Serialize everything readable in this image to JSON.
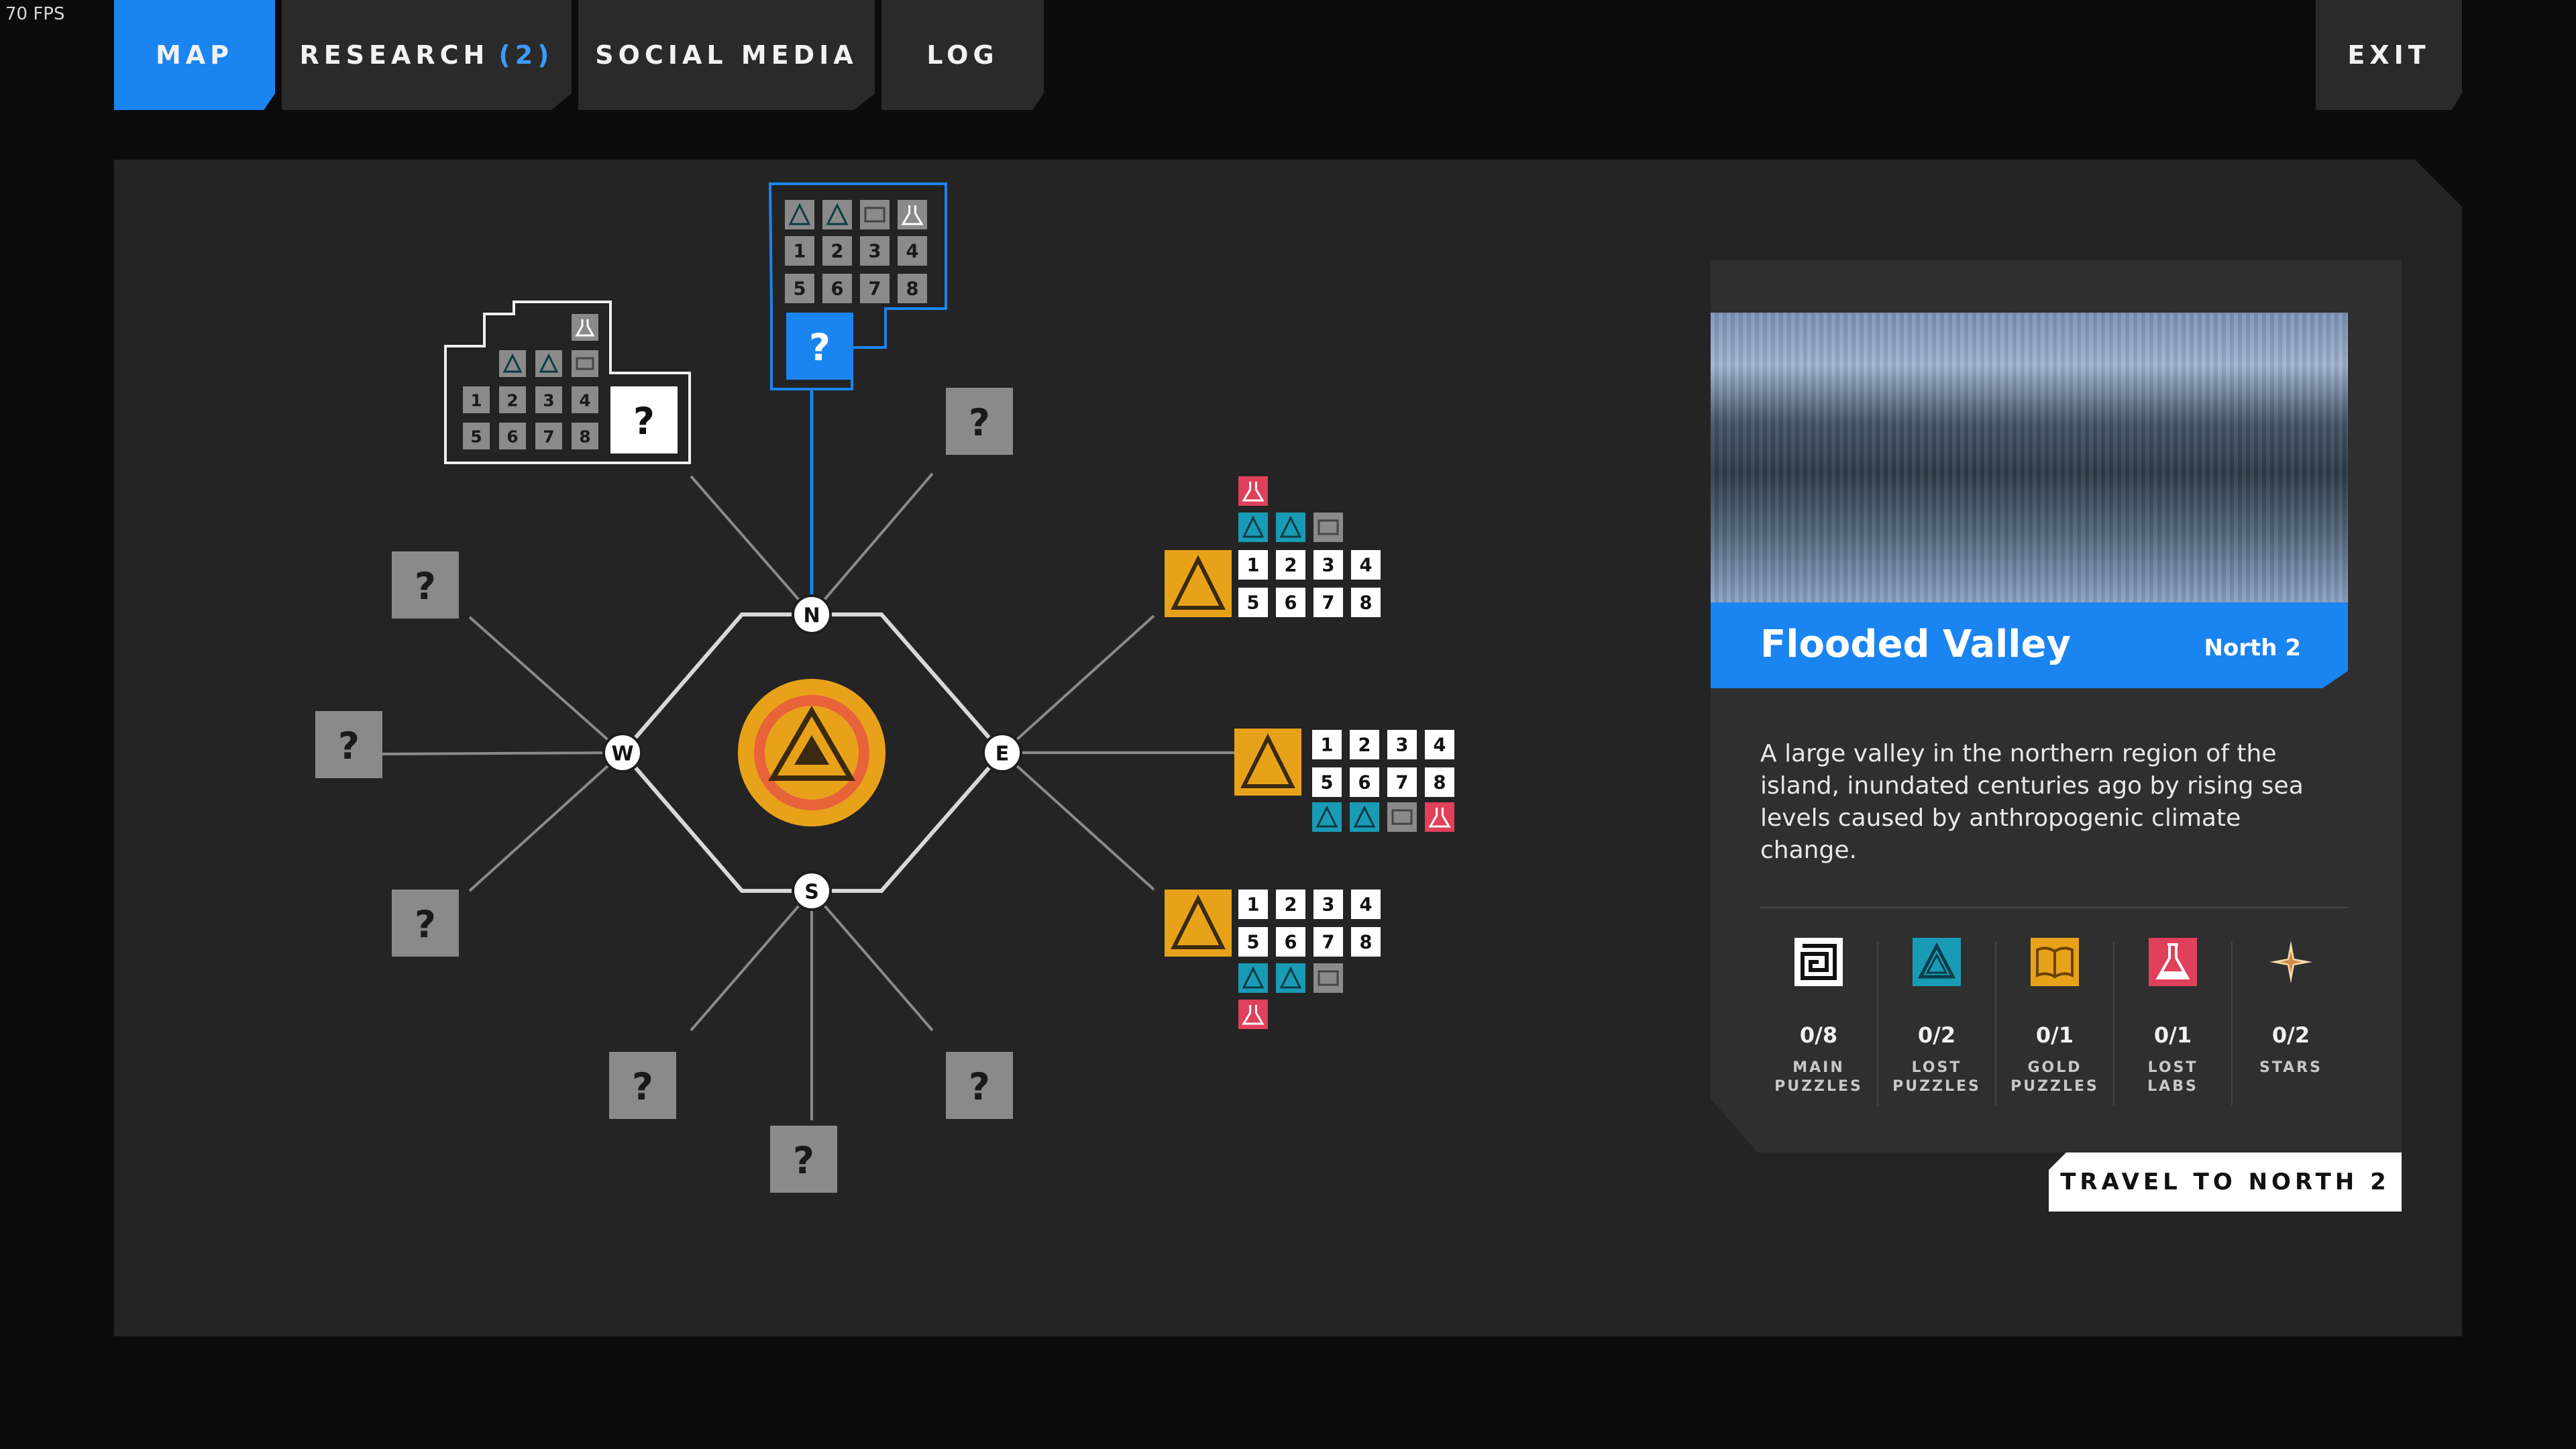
{
  "hud": {
    "fps": "70 FPS"
  },
  "tabs": {
    "map": "MAP",
    "research": "RESEARCH",
    "research_count": "(2)",
    "social": "SOCIAL MEDIA",
    "log": "LOG",
    "exit": "EXIT"
  },
  "compass": {
    "n": "N",
    "s": "S",
    "e": "E",
    "w": "W"
  },
  "unknown_marker": "?",
  "puzzle_numbers": [
    "1",
    "2",
    "3",
    "4",
    "5",
    "6",
    "7",
    "8"
  ],
  "location": {
    "name": "Flooded Valley",
    "region": "North 2",
    "description": "A large valley in the northern region of the island, inundated centuries ago by rising sea levels caused by anthropogenic climate change.",
    "stats": [
      {
        "value": "0/8",
        "label": "MAIN PUZZLES",
        "icon": "maze-icon"
      },
      {
        "value": "0/2",
        "label": "LOST PUZZLES",
        "icon": "triangle-icon"
      },
      {
        "value": "0/1",
        "label": "GOLD PUZZLES",
        "icon": "book-icon"
      },
      {
        "value": "0/1",
        "label": "LOST LABS",
        "icon": "flask-icon"
      },
      {
        "value": "0/2",
        "label": "STARS",
        "icon": "star-icon"
      }
    ],
    "travel_button": "TRAVEL TO NORTH 2"
  },
  "colors": {
    "accent": "#1a84f0",
    "gold": "#e8a21a",
    "teal": "#1a9bb5",
    "red": "#e0405a",
    "panel": "#242424"
  }
}
